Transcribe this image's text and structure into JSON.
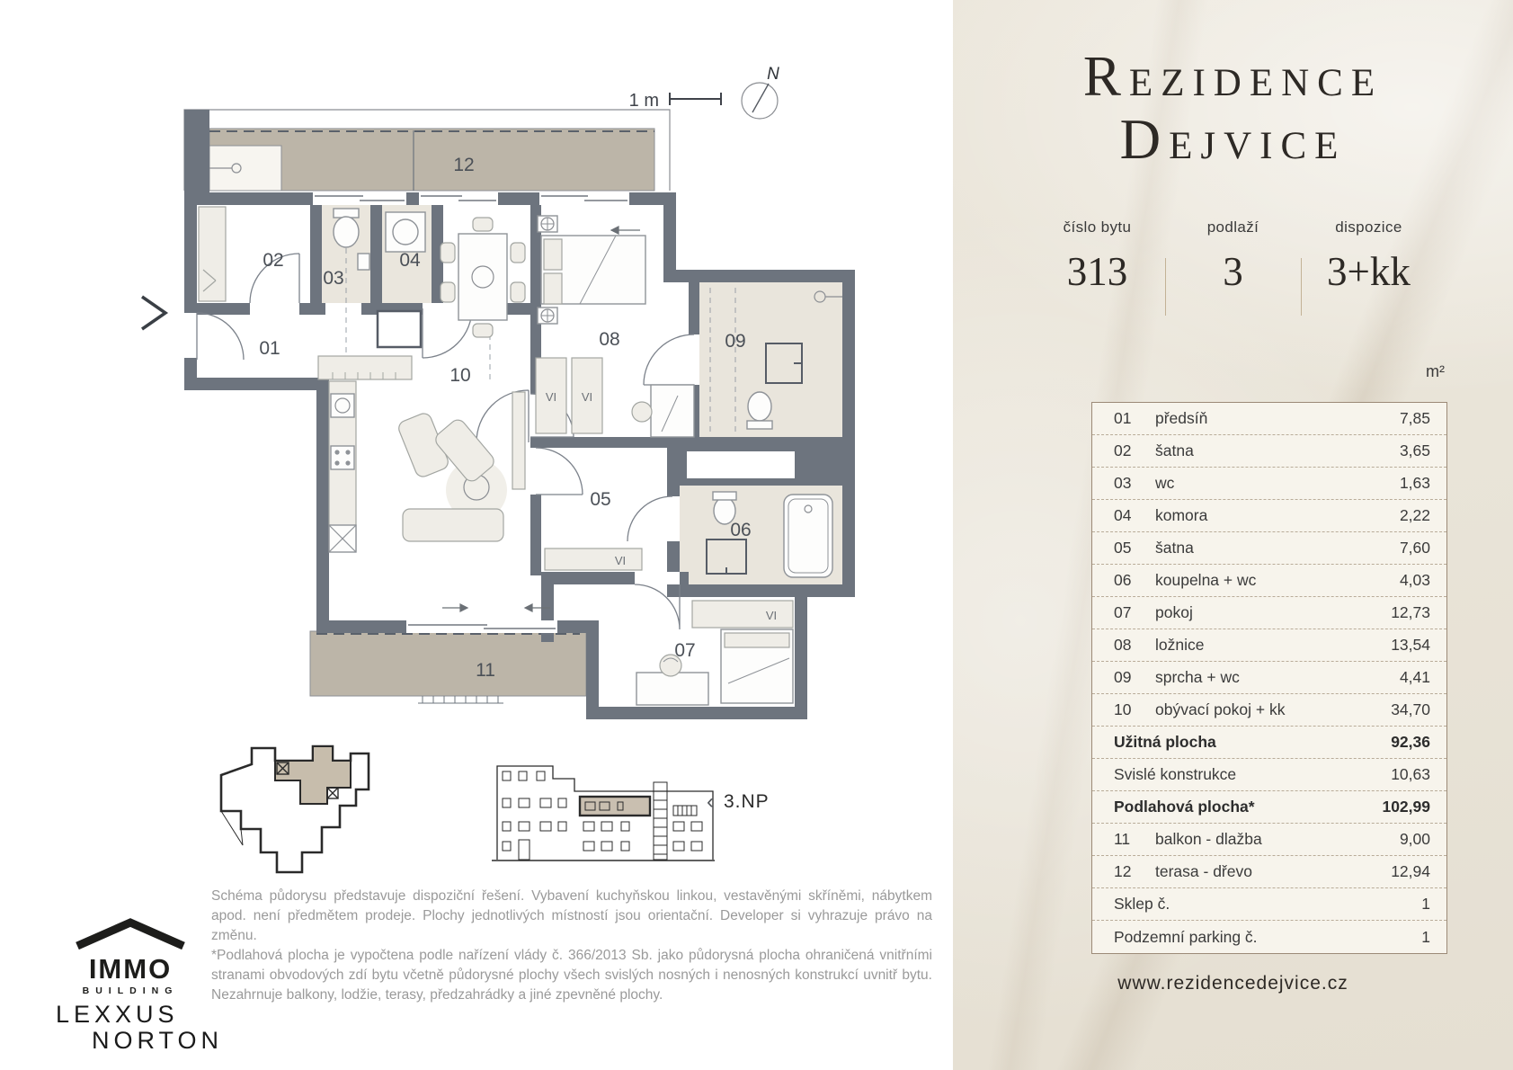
{
  "brand": {
    "line1": "REZIDENCE",
    "line2": "DEJVICE"
  },
  "info": {
    "number_label": "číslo bytu",
    "number_value": "313",
    "floor_label": "podlaží",
    "floor_value": "3",
    "layout_label": "dispozice",
    "layout_value": "3+kk"
  },
  "table": {
    "unit": "m²",
    "rows": [
      {
        "num": "01",
        "label": "předsíň",
        "value": "7,85",
        "bold": false
      },
      {
        "num": "02",
        "label": "šatna",
        "value": "3,65",
        "bold": false
      },
      {
        "num": "03",
        "label": "wc",
        "value": "1,63",
        "bold": false
      },
      {
        "num": "04",
        "label": "komora",
        "value": "2,22",
        "bold": false
      },
      {
        "num": "05",
        "label": "šatna",
        "value": "7,60",
        "bold": false
      },
      {
        "num": "06",
        "label": "koupelna + wc",
        "value": "4,03",
        "bold": false
      },
      {
        "num": "07",
        "label": "pokoj",
        "value": "12,73",
        "bold": false
      },
      {
        "num": "08",
        "label": "ložnice",
        "value": "13,54",
        "bold": false
      },
      {
        "num": "09",
        "label": "sprcha + wc",
        "value": "4,41",
        "bold": false
      },
      {
        "num": "10",
        "label": "obývací pokoj + kk",
        "value": "34,70",
        "bold": false
      },
      {
        "num": "",
        "label": "Užitná plocha",
        "value": "92,36",
        "bold": true
      },
      {
        "num": "",
        "label": "Svislé konstrukce",
        "value": "10,63",
        "bold": false
      },
      {
        "num": "",
        "label": "Podlahová plocha*",
        "value": "102,99",
        "bold": true
      },
      {
        "num": "11",
        "label": "balkon - dlažba",
        "value": "9,00",
        "bold": false
      },
      {
        "num": "12",
        "label": "terasa - dřevo",
        "value": "12,94",
        "bold": false
      },
      {
        "num": "",
        "label": "Sklep č.",
        "value": "1",
        "bold": false
      },
      {
        "num": "",
        "label": "Podzemní parking č.",
        "value": "1",
        "bold": false
      }
    ]
  },
  "footer": {
    "website": "www.rezidencedejvice.cz"
  },
  "plan": {
    "scale_label": "1 m",
    "north_label": "N",
    "wardrobe_mark": "VI",
    "rooms": {
      "r01": "01",
      "r02": "02",
      "r03": "03",
      "r04": "04",
      "r05": "05",
      "r06": "06",
      "r07": "07",
      "r08": "08",
      "r09": "09",
      "r10": "10",
      "r11": "11",
      "r12": "12"
    }
  },
  "diagrams": {
    "arrow": "‹",
    "floor_level": "3.NP"
  },
  "logos": {
    "immo_name": "IMMO",
    "immo_sub": "BUILDING",
    "lexxus_line1": "LEXXUS",
    "lexxus_line2": "NORTON"
  },
  "disclaimer": {
    "p1": "Schéma půdorysu představuje dispoziční řešení. Vybavení kuchyňskou linkou, vestavěnými skříněmi, nábytkem apod. není předmětem prodeje. Plochy jednotlivých místností jsou orientační. Developer si vyhrazuje právo na změnu.",
    "p2": "*Podlahová plocha je vypočtena podle nařízení vlády č. 366/2013 Sb. jako půdorysná plocha ohraničená vnitřními stranami obvodových zdí bytu včetně půdorysné plochy všech svislých nosných i nenosných konstrukcí uvnitř bytu. Nezahrnuje balkony, lodžie, terasy, předzahrádky a jiné zpevněné plochy."
  },
  "colors": {
    "wall": "#6d747e",
    "terrace": "#bcb5a8",
    "sidebar_bg": "#e9e4d8",
    "table_bg": "#f7f4ec",
    "table_border": "#9c8a77",
    "text_dark": "#2d2925",
    "text_gray": "#9a9a9a"
  }
}
